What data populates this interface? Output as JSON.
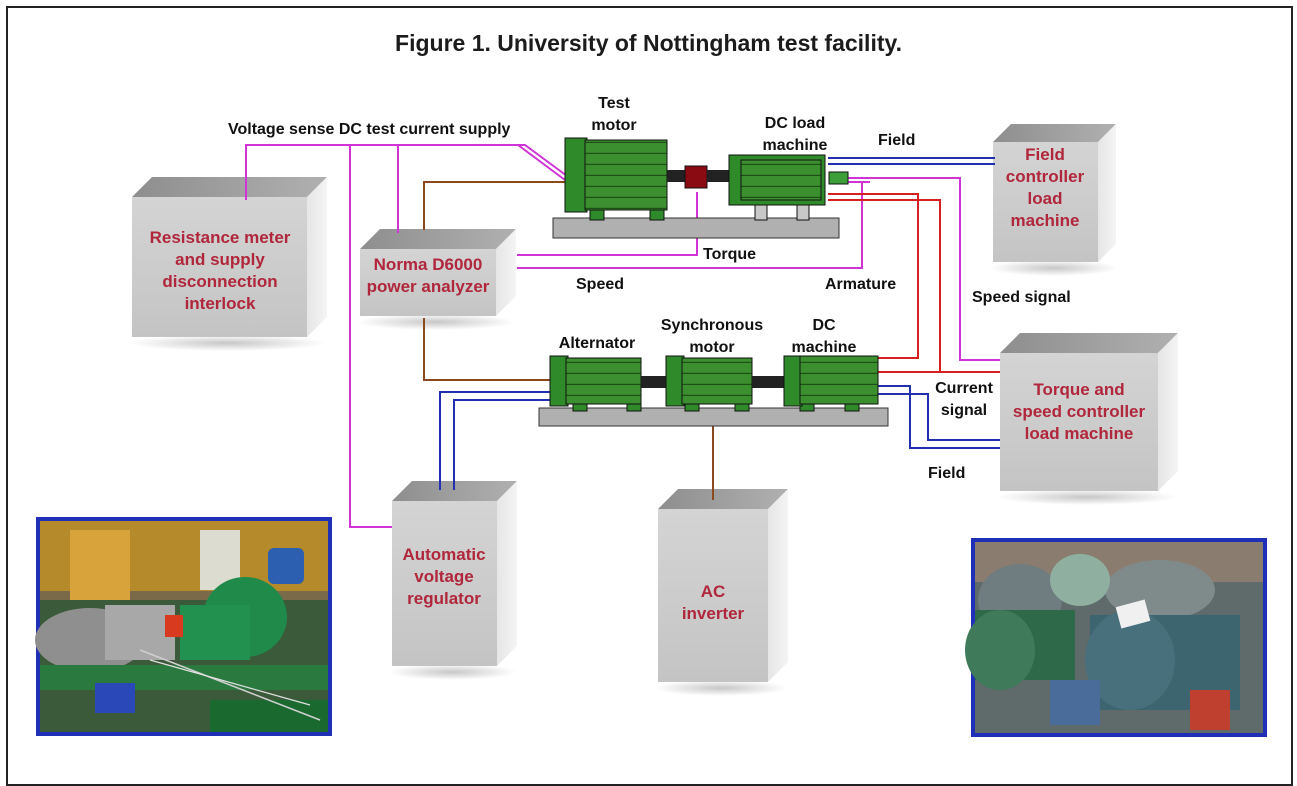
{
  "figure": {
    "title": "Figure 1. University of Nottingham test facility."
  },
  "boxes": {
    "resistance": [
      "Resistance meter",
      "and supply",
      "disconnection",
      "interlock"
    ],
    "norma": [
      "Norma D6000",
      "power analyzer"
    ],
    "field_controller": [
      "Field",
      "controller",
      "load",
      "machine"
    ],
    "torque_controller": [
      "Torque and",
      "speed controller",
      "load machine"
    ],
    "avr": [
      "Automatic",
      "voltage",
      "regulator"
    ],
    "ac_inverter": [
      "AC",
      "inverter"
    ]
  },
  "machines": {
    "test_motor": [
      "Test",
      "motor"
    ],
    "dc_load": [
      "DC load",
      "machine"
    ],
    "alternator": [
      "Alternator"
    ],
    "synchronous": [
      "Synchronous",
      "motor"
    ],
    "dc_machine": [
      "DC",
      "machine"
    ]
  },
  "wires": {
    "voltage_sense": "Voltage sense DC test current supply",
    "field_top": "Field",
    "torque": "Torque",
    "speed": "Speed",
    "armature": "Armature",
    "speed_signal": "Speed signal",
    "current_signal": [
      "Current",
      "signal"
    ],
    "field_bottom": "Field"
  },
  "colors": {
    "box_label": "#b0263a",
    "machine_green": "#2f8a2a",
    "wire_magenta": "#d033d6",
    "wire_brown": "#8a4a1e",
    "wire_blue": "#2030b0",
    "wire_red": "#d42020",
    "photo_border": "#1f2fb8"
  },
  "photos": [
    {
      "name": "test-rig-photo",
      "depicts": "green test rig machinery"
    },
    {
      "name": "motors-photo",
      "depicts": "pile of industrial motors"
    }
  ]
}
